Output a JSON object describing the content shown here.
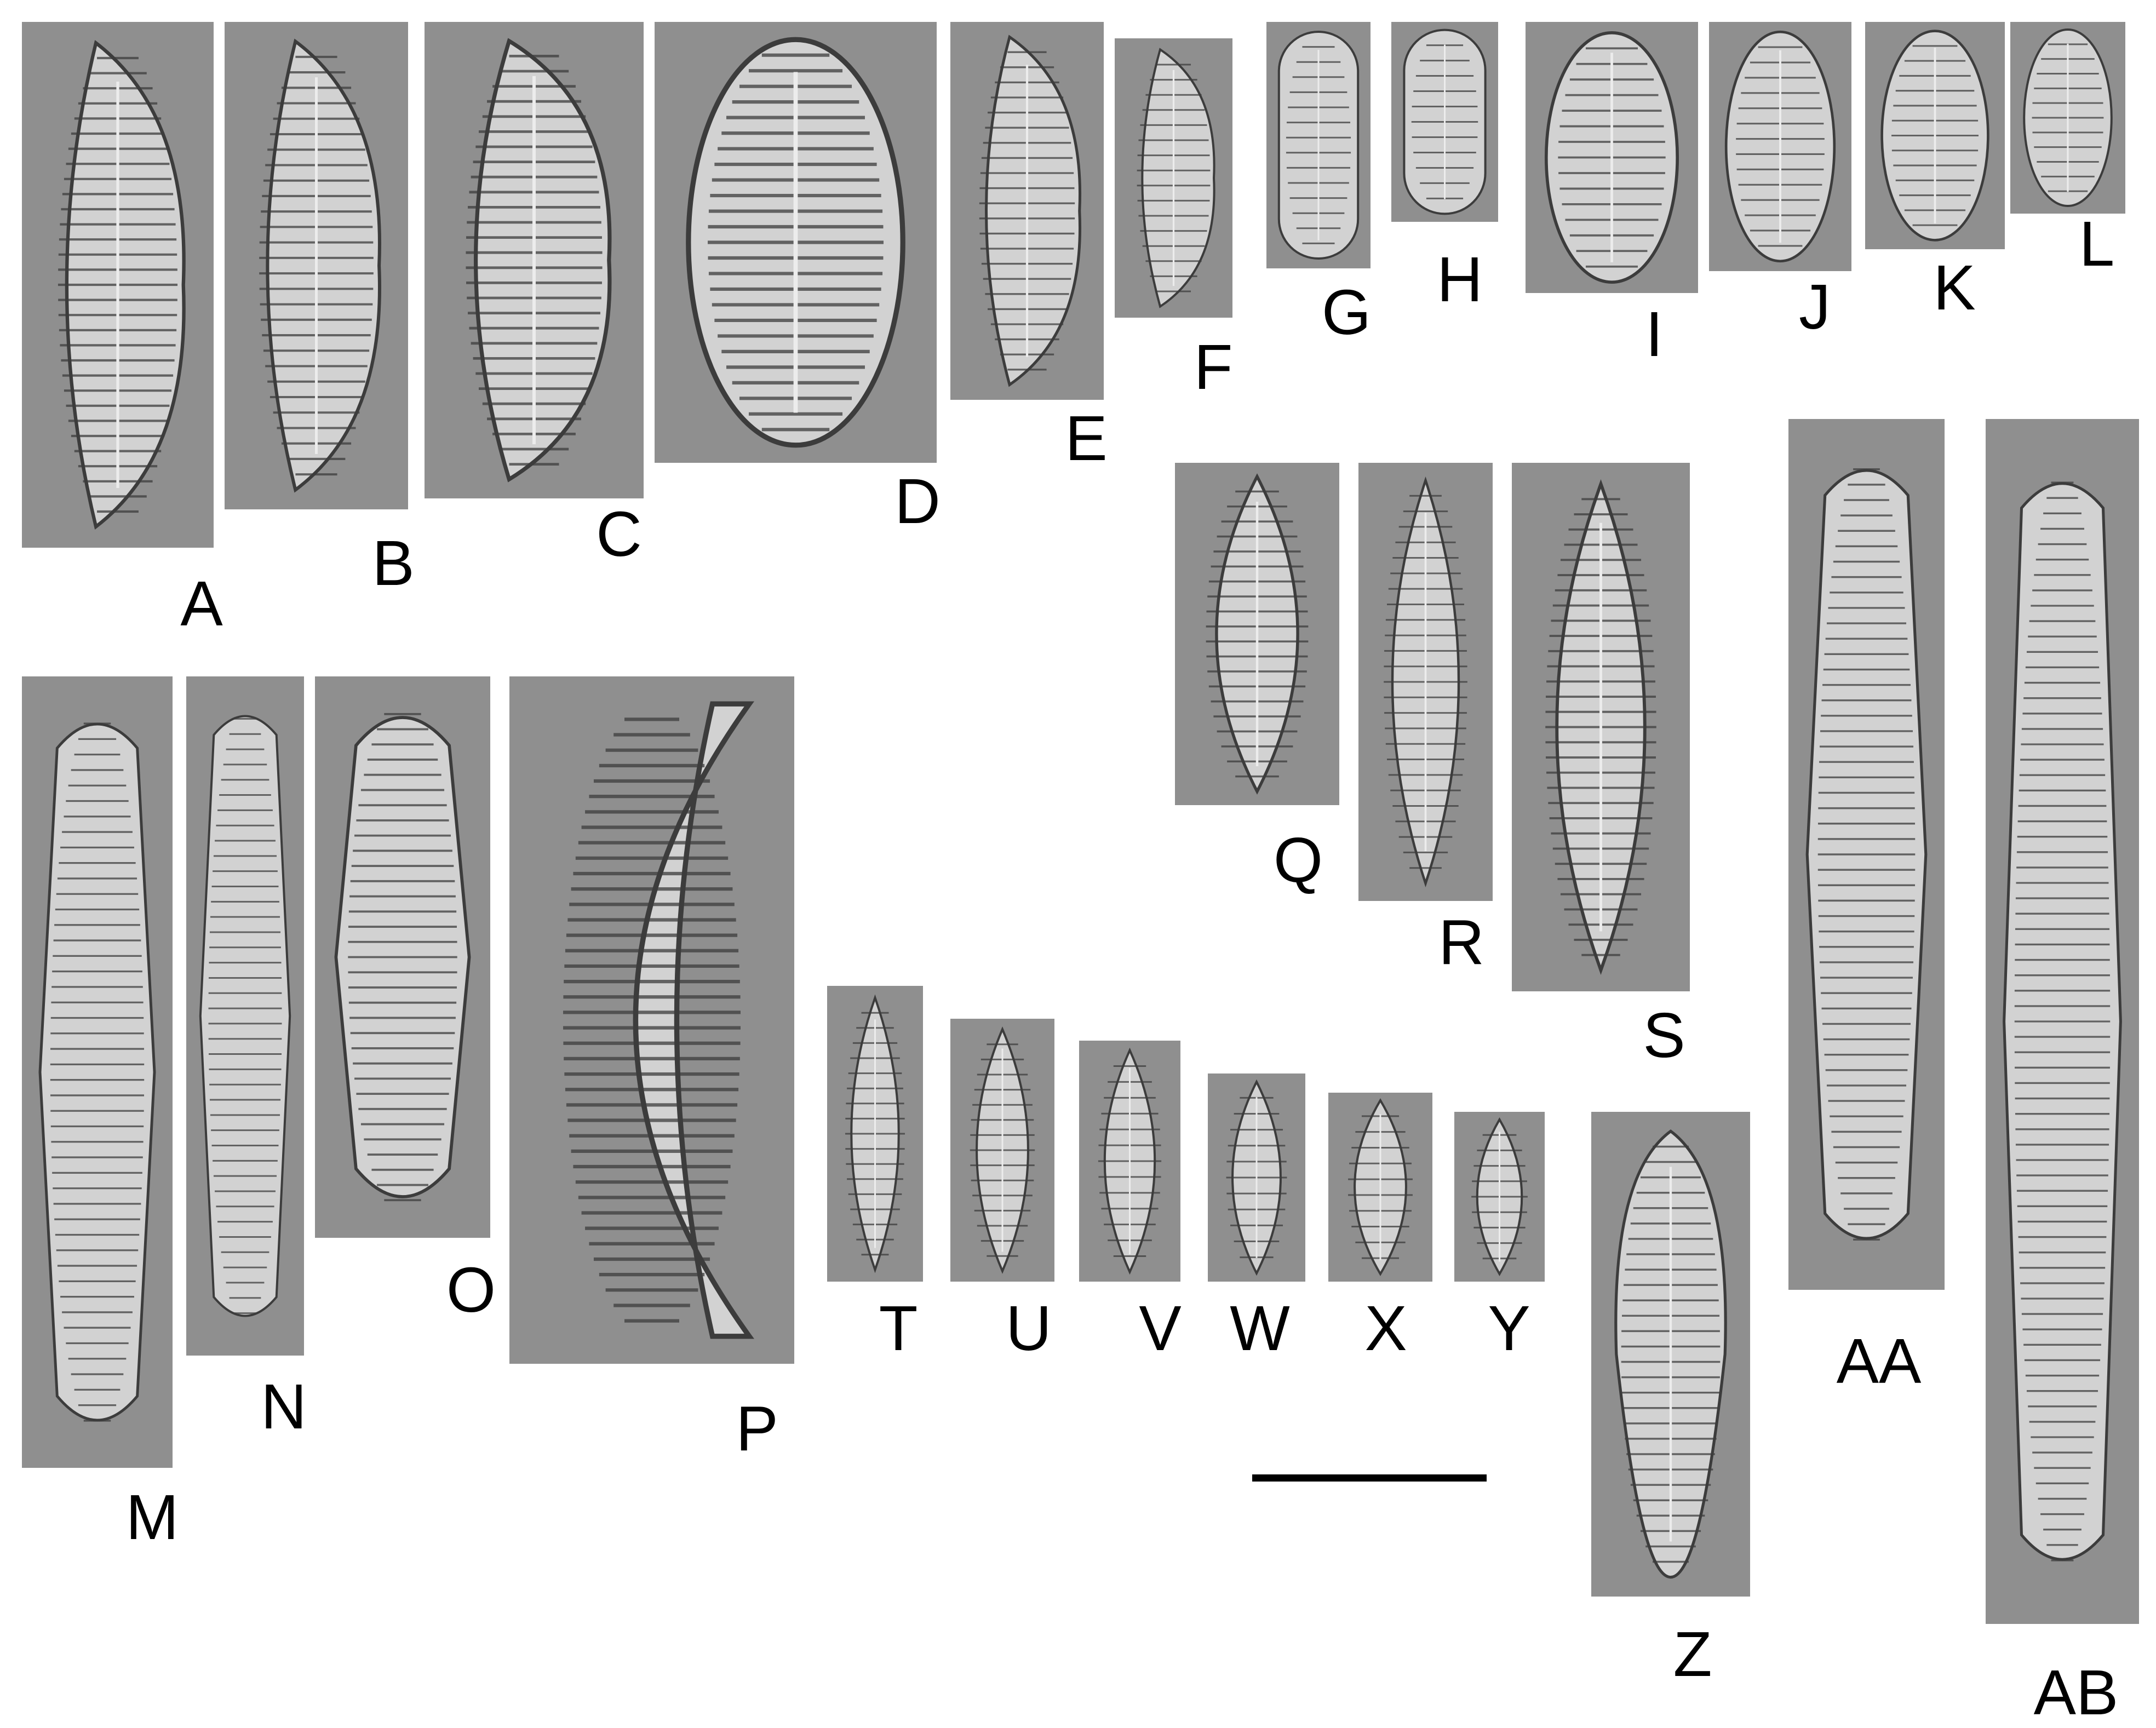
{
  "background_color": "#ffffff",
  "panel_color": "#8f8f8f",
  "frustule_color": "#d2d2d2",
  "stria_color": "#3c3c3c",
  "label_color": "#000000",
  "scale_bar_color": "#000000",
  "panels": [
    {
      "id": "A",
      "label": "A",
      "shape": "cymbelloid"
    },
    {
      "id": "B",
      "label": "B",
      "shape": "cymbelloid"
    },
    {
      "id": "C",
      "label": "C",
      "shape": "cymbelloid"
    },
    {
      "id": "D",
      "label": "D",
      "shape": "elliptic-double"
    },
    {
      "id": "E",
      "label": "E",
      "shape": "cymbelloid"
    },
    {
      "id": "F",
      "label": "F",
      "shape": "cymbelloid"
    },
    {
      "id": "G",
      "label": "G",
      "shape": "oblong"
    },
    {
      "id": "H",
      "label": "H",
      "shape": "oblong"
    },
    {
      "id": "I",
      "label": "I",
      "shape": "elliptic"
    },
    {
      "id": "J",
      "label": "J",
      "shape": "elliptic"
    },
    {
      "id": "K",
      "label": "K",
      "shape": "elliptic"
    },
    {
      "id": "L",
      "label": "L",
      "shape": "elliptic"
    },
    {
      "id": "M",
      "label": "M",
      "shape": "linear"
    },
    {
      "id": "N",
      "label": "N",
      "shape": "linear"
    },
    {
      "id": "O",
      "label": "O",
      "shape": "linear"
    },
    {
      "id": "P",
      "label": "P",
      "shape": "arcuate"
    },
    {
      "id": "Q",
      "label": "Q",
      "shape": "lanceolate"
    },
    {
      "id": "R",
      "label": "R",
      "shape": "lanceolate"
    },
    {
      "id": "S",
      "label": "S",
      "shape": "lanceolate"
    },
    {
      "id": "T",
      "label": "T",
      "shape": "small-lanceolate"
    },
    {
      "id": "U",
      "label": "U",
      "shape": "small-lanceolate"
    },
    {
      "id": "V",
      "label": "V",
      "shape": "small-lanceolate"
    },
    {
      "id": "W",
      "label": "W",
      "shape": "small-lanceolate"
    },
    {
      "id": "X",
      "label": "X",
      "shape": "small-lanceolate"
    },
    {
      "id": "Y",
      "label": "Y",
      "shape": "small-lanceolate"
    },
    {
      "id": "Z",
      "label": "Z",
      "shape": "clavate"
    },
    {
      "id": "AA",
      "label": "AA",
      "shape": "linear-long"
    },
    {
      "id": "AB",
      "label": "AB",
      "shape": "linear-long"
    }
  ]
}
